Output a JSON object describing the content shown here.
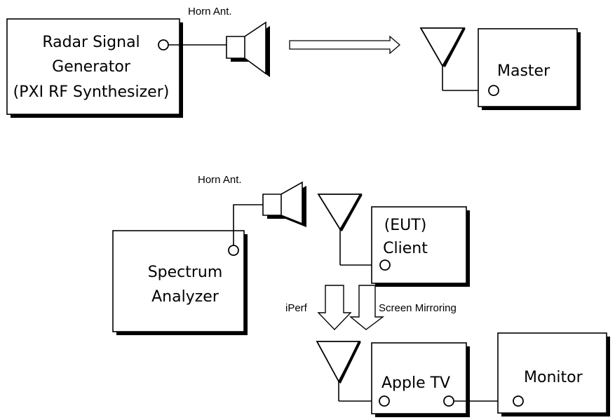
{
  "top": {
    "generator_line1": "Radar Signal",
    "generator_line2": "Generator",
    "generator_line3": "(PXI RF Synthesizer)",
    "horn_label": "Horn Ant.",
    "master_label": "Master"
  },
  "bottom": {
    "horn_label": "Horn Ant.",
    "analyzer_line1": "Spectrum",
    "analyzer_line2": "Analyzer",
    "client_line1": "(EUT)",
    "client_line2": "Client",
    "iperf_label": "iPerf",
    "mirroring_label": "Screen Mirroring",
    "appletv_label": "Apple TV",
    "monitor_label": "Monitor"
  }
}
